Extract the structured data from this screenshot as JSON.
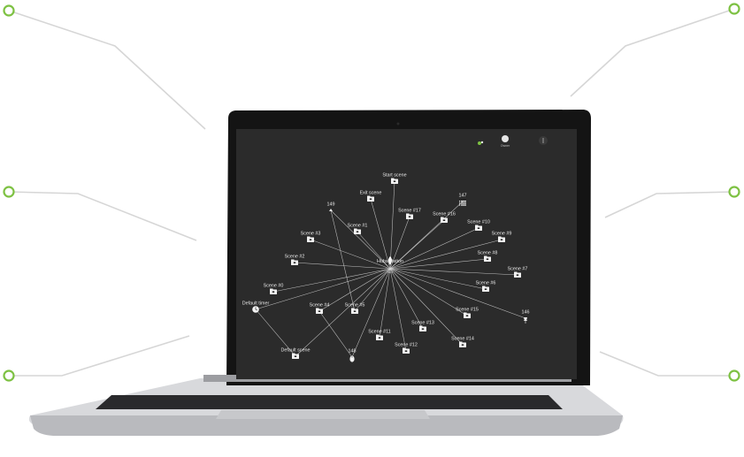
{
  "toolbar": {
    "owner_label": "Owner",
    "menu_icon": "more-vertical-icon",
    "status_icon": "status-dots-icon",
    "avatar_icon": "avatar-icon"
  },
  "graph": {
    "hub_label": "Hubs station",
    "hub_sub": "Hub",
    "nodes": [
      {
        "id": "start-scene",
        "label": "Start scene",
        "icon": "scene-icon"
      },
      {
        "id": "exit-scene",
        "label": "Exit scene",
        "icon": "scene-icon"
      },
      {
        "id": "n149",
        "label": "149",
        "icon": "arrow-icon"
      },
      {
        "id": "n147",
        "label": "147",
        "icon": "list-icon"
      },
      {
        "id": "scene-17",
        "label": "Scene #17",
        "icon": "scene-icon"
      },
      {
        "id": "scene-16",
        "label": "Scene #16",
        "icon": "scene-icon"
      },
      {
        "id": "scene-10",
        "label": "Scene #10",
        "icon": "scene-icon"
      },
      {
        "id": "scene-9",
        "label": "Scene #9",
        "icon": "scene-icon"
      },
      {
        "id": "scene-8",
        "label": "Scene #8",
        "icon": "scene-icon"
      },
      {
        "id": "scene-7",
        "label": "Scene #7",
        "icon": "scene-icon"
      },
      {
        "id": "scene-6",
        "label": "Scene #6",
        "icon": "scene-icon"
      },
      {
        "id": "n146",
        "label": "146",
        "icon": "pin-icon"
      },
      {
        "id": "scene-15",
        "label": "Scene #15",
        "icon": "scene-icon"
      },
      {
        "id": "scene-14",
        "label": "Scene #14",
        "icon": "scene-icon"
      },
      {
        "id": "scene-13",
        "label": "Scene #13",
        "icon": "scene-icon"
      },
      {
        "id": "scene-12",
        "label": "Scene #12",
        "icon": "scene-icon"
      },
      {
        "id": "scene-11",
        "label": "Scene #11",
        "icon": "scene-icon"
      },
      {
        "id": "scene-5",
        "label": "Scene #5",
        "icon": "scene-icon"
      },
      {
        "id": "scene-4",
        "label": "Scene #4",
        "icon": "scene-icon"
      },
      {
        "id": "n148",
        "label": "148",
        "icon": "mouse-icon"
      },
      {
        "id": "default-scene",
        "label": "Default scene",
        "icon": "scene-icon"
      },
      {
        "id": "default-timer",
        "label": "Default timer",
        "icon": "clock-icon"
      },
      {
        "id": "scene-0",
        "label": "Scene #0",
        "icon": "scene-icon"
      },
      {
        "id": "scene-2",
        "label": "Scene #2",
        "icon": "scene-icon"
      },
      {
        "id": "scene-3",
        "label": "Scene #3",
        "icon": "scene-icon"
      },
      {
        "id": "scene-1",
        "label": "Scene #1",
        "icon": "scene-icon"
      }
    ],
    "extra_edges": [
      [
        "default-timer",
        "default-scene"
      ],
      [
        "scene-4",
        "n148"
      ],
      [
        "n149",
        "scene-5"
      ]
    ]
  },
  "colors": {
    "accent": "#7dc142",
    "screen_bg": "#2b2b2b",
    "bezel": "#111111",
    "edge": "#d9d9d9",
    "callout_line": "#d6d6d6"
  }
}
